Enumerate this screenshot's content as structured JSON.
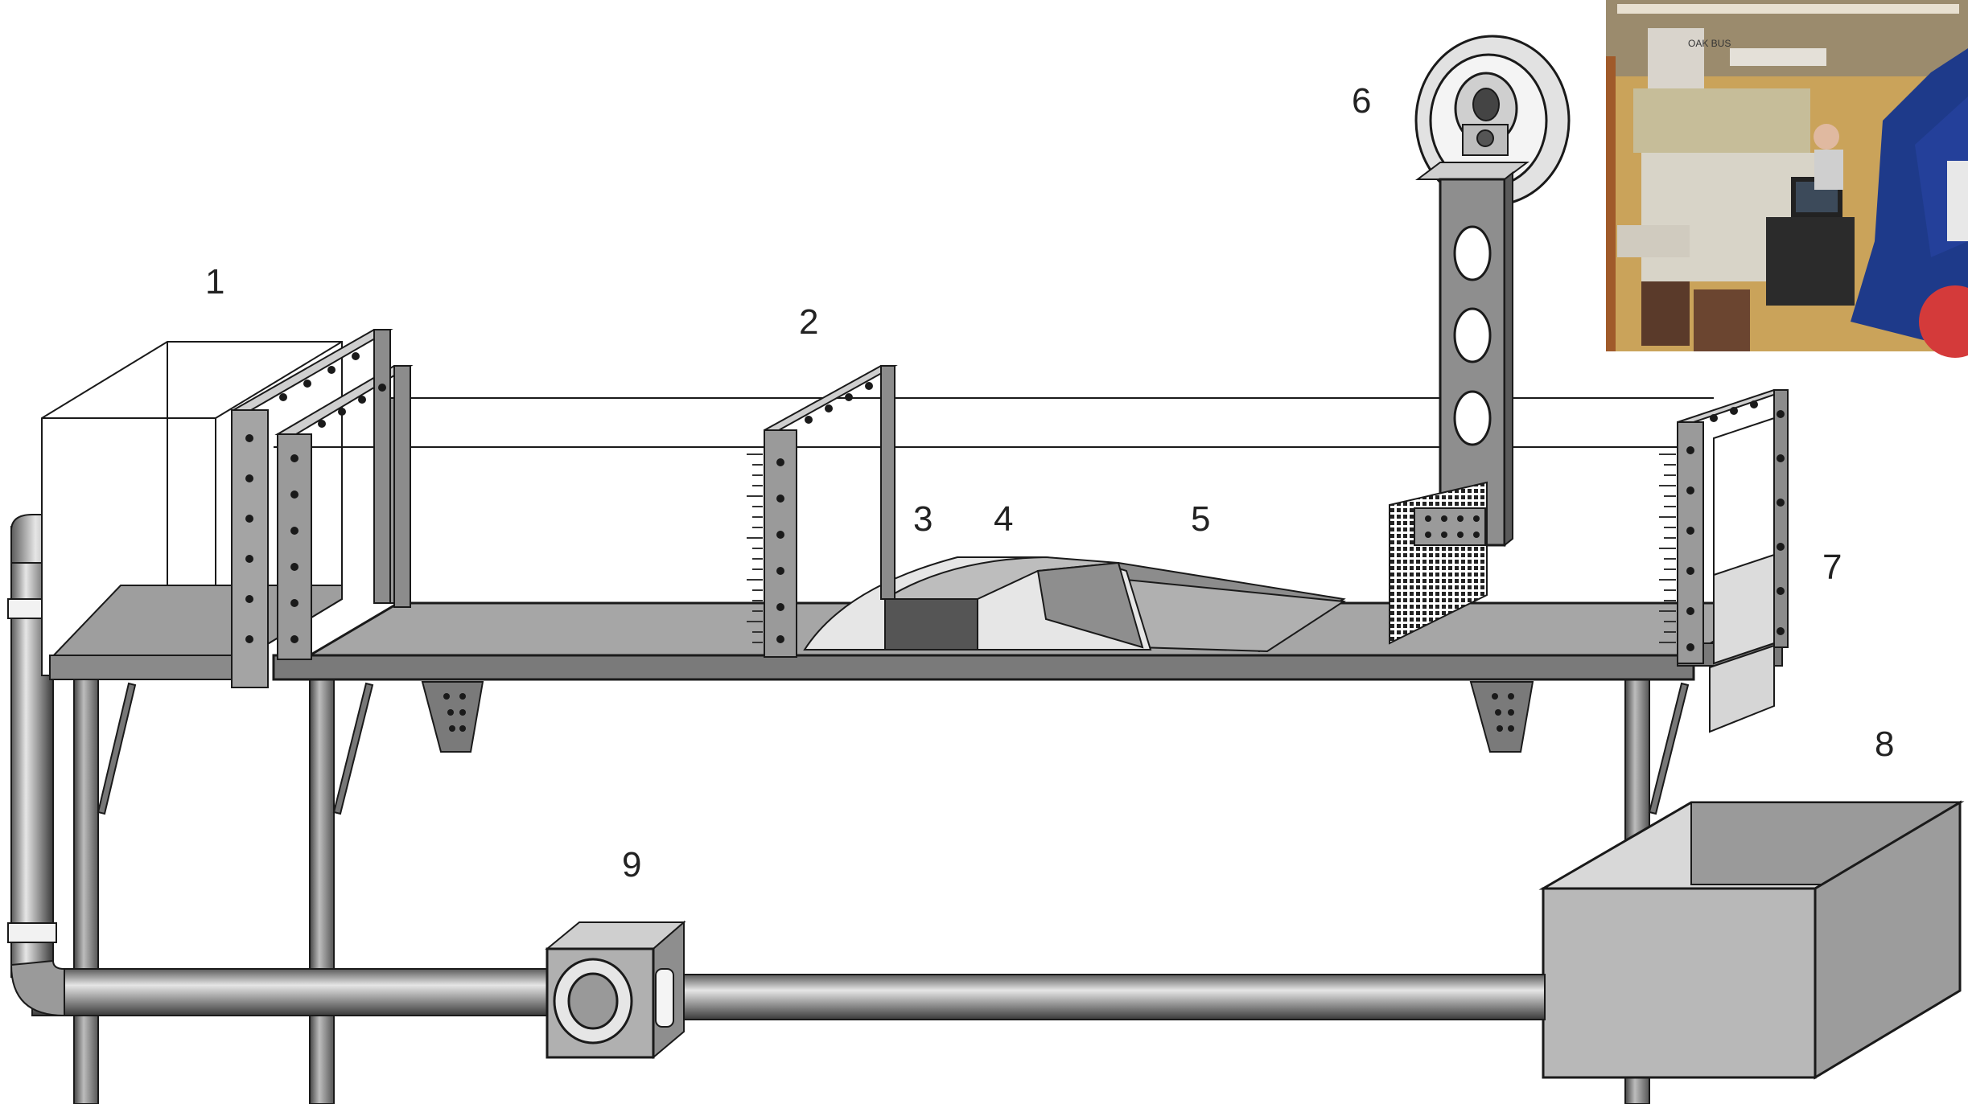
{
  "labels": [
    "1",
    "2",
    "3",
    "4",
    "5",
    "6",
    "7",
    "8",
    "9"
  ],
  "components": [
    {
      "label": "1",
      "part": "inlet-tank"
    },
    {
      "label": "2",
      "part": "sluice-gate-frame"
    },
    {
      "label": "3",
      "part": "hump-upstream-face"
    },
    {
      "label": "4",
      "part": "hump-crest"
    },
    {
      "label": "5",
      "part": "hump-downstream-ramp"
    },
    {
      "label": "6",
      "part": "cable-reel-mount"
    },
    {
      "label": "7",
      "part": "outlet-tailgate"
    },
    {
      "label": "8",
      "part": "sump-tank"
    },
    {
      "label": "9",
      "part": "pump"
    }
  ],
  "inset_photo": {
    "signs": [
      "OAK BUS"
    ]
  },
  "colors": {
    "stroke": "#1a1a1a",
    "steel": "#8c8c8c",
    "steel_dark": "#4a4a4a",
    "bed": "#a8a8a8",
    "glass": "#ffffff",
    "photo_blue": "#1e3a8a"
  }
}
